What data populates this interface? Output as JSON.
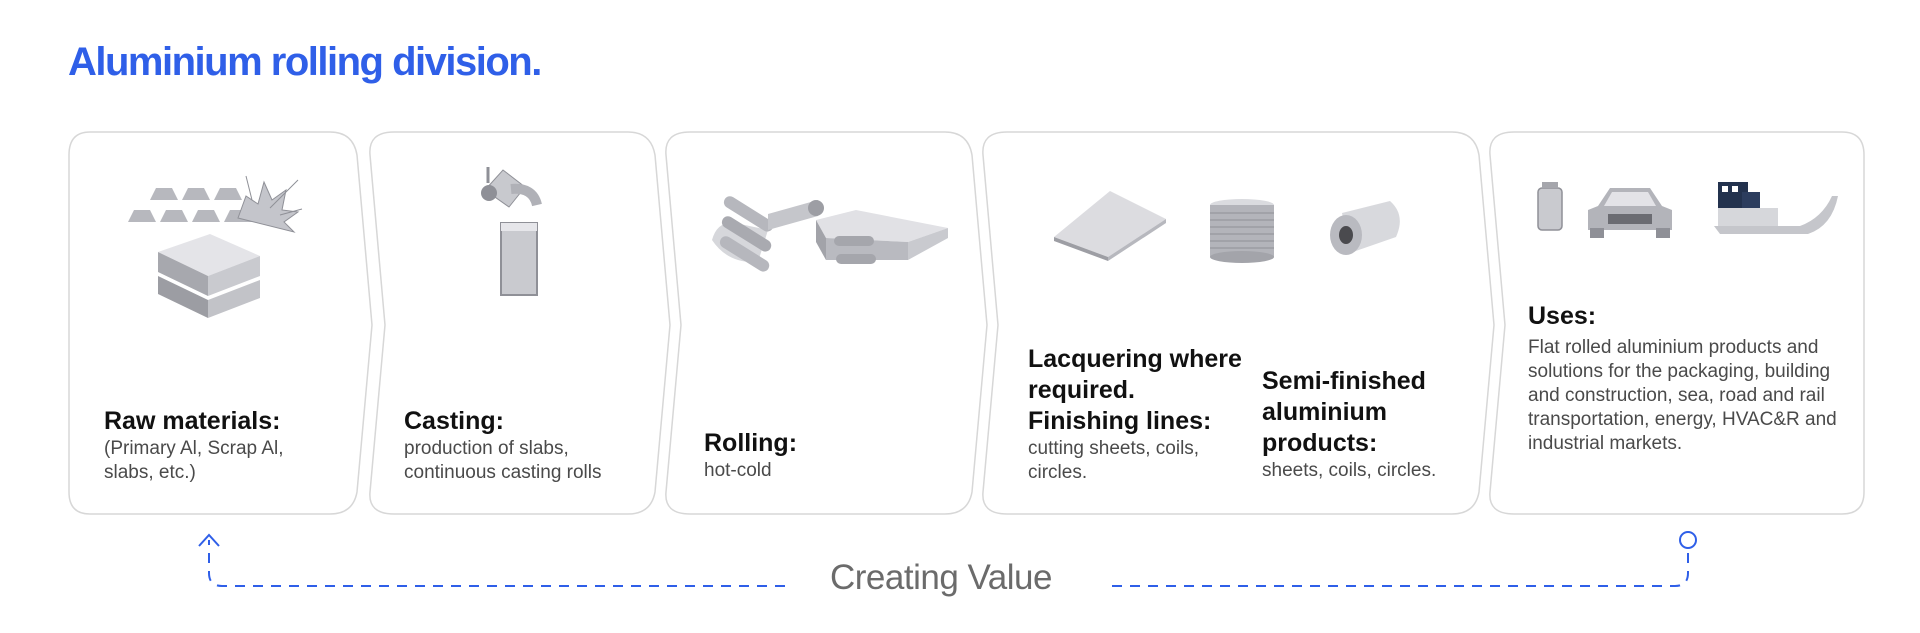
{
  "title": "Aluminium rolling division.",
  "stages": [
    {
      "heading": "Raw materials:",
      "desc": "(Primary Al, Scrap Al, slabs, etc.)"
    },
    {
      "heading": "Casting:",
      "desc": "production of slabs, continuous casting rolls"
    },
    {
      "heading": "Rolling:",
      "desc": "hot-cold"
    },
    {
      "heading": "Lacquering where required. Finishing lines:",
      "desc": "cutting sheets, coils, circles.",
      "heading2": "Semi-finished aluminium products:",
      "desc2": "sheets, coils, circles."
    },
    {
      "heading": "Uses:",
      "desc": "Flat rolled aluminium products and solutions for the packaging, building and construction, sea, road and rail transportation, energy, HVAC&R and industrial markets."
    }
  ],
  "footer": {
    "label": "Creating Value"
  },
  "colors": {
    "accent": "#2f5fe8",
    "border": "#d7d7d7",
    "metal": "#b9bac0"
  },
  "icons": [
    "ingots-icon",
    "scrap-icon",
    "slab-stack-icon",
    "ladle-icon",
    "cast-slab-icon",
    "rolling-mill-icon",
    "sheet-icon",
    "coil-stack-icon",
    "roll-icon",
    "can-icon",
    "car-icon",
    "ship-icon"
  ]
}
